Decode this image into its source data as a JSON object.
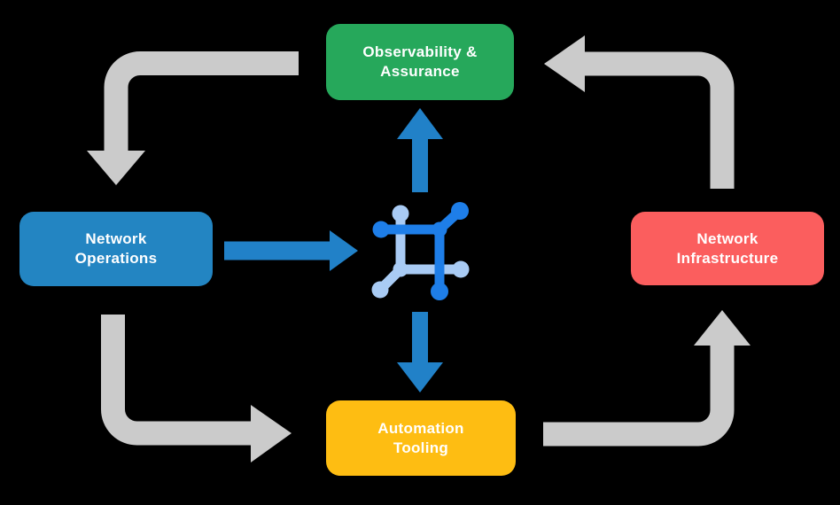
{
  "diagram": {
    "background_color": "#000000",
    "nodes": {
      "observability": {
        "label": "Observability &\nAssurance",
        "color": "#26A85B",
        "text_color": "#FFFFFF"
      },
      "operations": {
        "label": "Network\nOperations",
        "color": "#2385C2",
        "text_color": "#FFFFFF"
      },
      "infrastructure": {
        "label": "Network\nInfrastructure",
        "color": "#FB5E5E",
        "text_color": "#FFFFFF"
      },
      "automation": {
        "label": "Automation\nTooling",
        "color": "#FEBD12",
        "text_color": "#FFFFFF"
      }
    },
    "center_icon": {
      "name": "network-mesh-icon",
      "primary_color": "#1E7EE8",
      "secondary_color": "#A9CBF4"
    },
    "arrows": {
      "blue_color": "#2181C8",
      "gray_color": "#CBCBCB",
      "flows": [
        {
          "from": "operations",
          "to": "center-icon",
          "style": "blue-straight"
        },
        {
          "from": "center-icon",
          "to": "observability",
          "style": "blue-straight"
        },
        {
          "from": "center-icon",
          "to": "automation",
          "style": "blue-straight"
        },
        {
          "from": "observability",
          "to": "operations",
          "style": "gray-corner"
        },
        {
          "from": "operations",
          "to": "automation",
          "style": "gray-corner"
        },
        {
          "from": "automation",
          "to": "infrastructure",
          "style": "gray-corner"
        },
        {
          "from": "infrastructure",
          "to": "observability",
          "style": "gray-corner"
        }
      ]
    }
  }
}
